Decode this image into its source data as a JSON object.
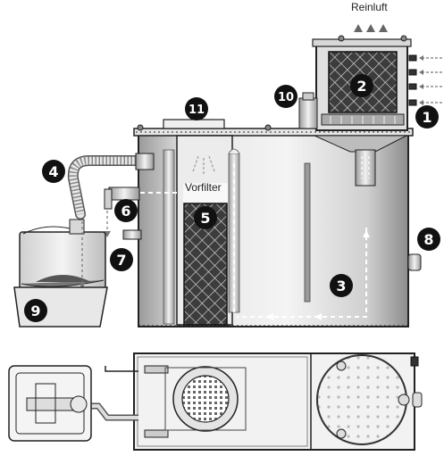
{
  "labels": {
    "clean_air": "Reinluft",
    "prefilter": "Vorfilter"
  },
  "callouts": [
    {
      "id": "c1",
      "number": "1"
    },
    {
      "id": "c2",
      "number": "2"
    },
    {
      "id": "c3",
      "number": "3"
    },
    {
      "id": "c4",
      "number": "4"
    },
    {
      "id": "c5",
      "number": "5"
    },
    {
      "id": "c6",
      "number": "6"
    },
    {
      "id": "c7",
      "number": "7"
    },
    {
      "id": "c8",
      "number": "8"
    },
    {
      "id": "c9",
      "number": "9"
    },
    {
      "id": "c10",
      "number": "10"
    },
    {
      "id": "c11",
      "number": "11"
    }
  ],
  "colors": {
    "tank_light": "#f2f2f2",
    "tank_dark": "#8a8a8a",
    "outline": "#222222",
    "badge": "#111111",
    "arrow": "#ffffff"
  }
}
